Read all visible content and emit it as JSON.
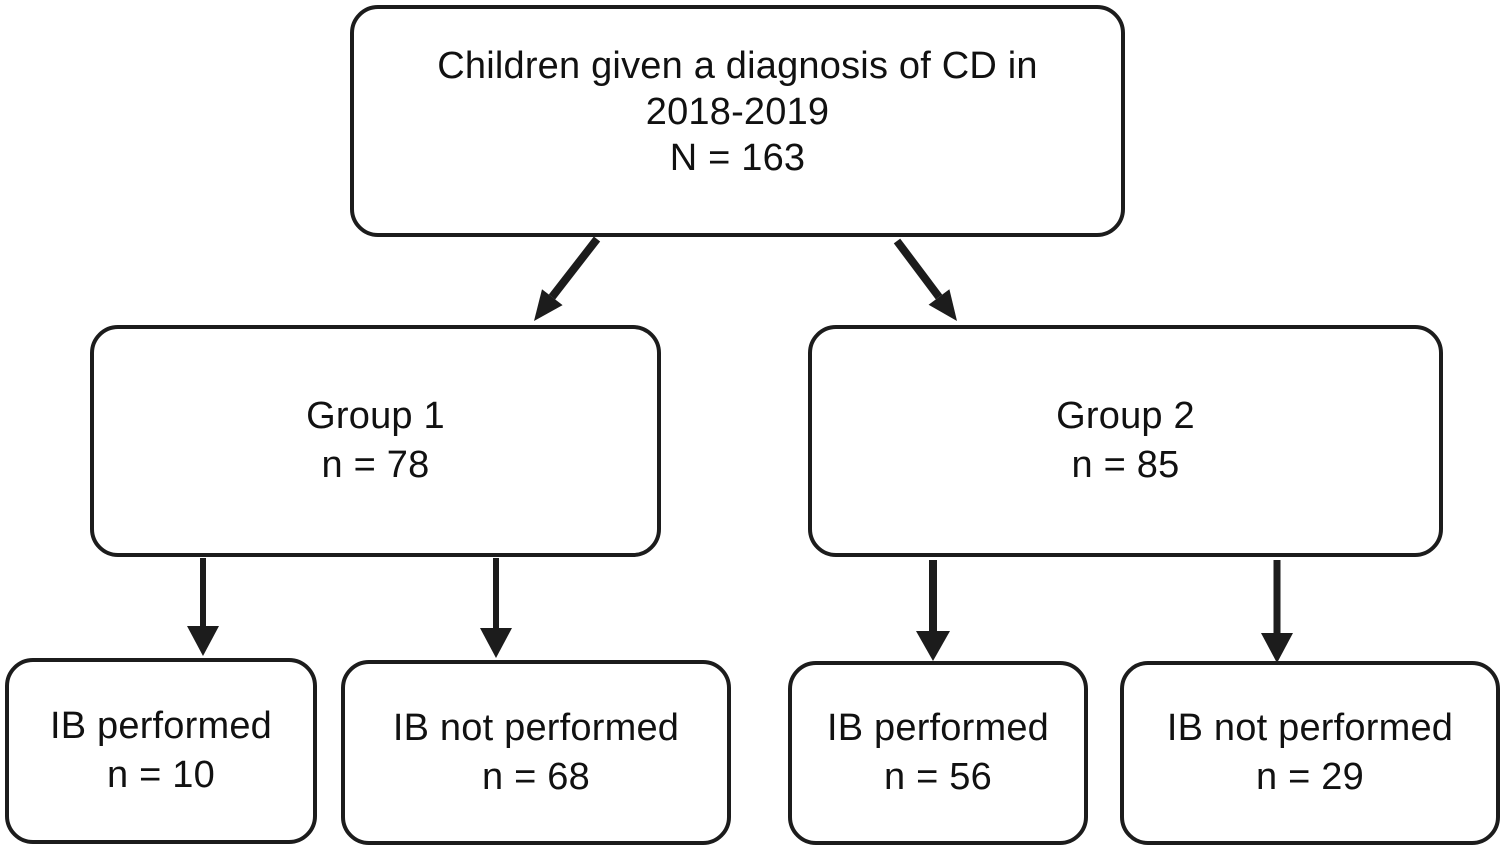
{
  "figure": {
    "type": "flowchart",
    "background_color": "#ffffff",
    "line_color": "#1c1c1c",
    "nodes": {
      "root": {
        "line1": "Children given a diagnosis of CD in",
        "line2": "2018-2019",
        "line3": "N = 163"
      },
      "group1": {
        "line1": "Group 1",
        "line2": "n = 78"
      },
      "group2": {
        "line1": "Group 2",
        "line2": "n = 85"
      },
      "group1_ib": {
        "line1": "IB performed",
        "line2": "n = 10"
      },
      "group1_no_ib": {
        "line1": "IB not performed",
        "line2": "n = 68"
      },
      "group2_ib": {
        "line1": "IB performed",
        "line2": "n = 56"
      },
      "group2_no_ib": {
        "line1": "IB not performed",
        "line2": "n = 29"
      }
    },
    "edges": [
      {
        "from": "root",
        "to": "group1"
      },
      {
        "from": "root",
        "to": "group2"
      },
      {
        "from": "group1",
        "to": "group1_ib"
      },
      {
        "from": "group1",
        "to": "group1_no_ib"
      },
      {
        "from": "group2",
        "to": "group2_ib"
      },
      {
        "from": "group2",
        "to": "group2_no_ib"
      }
    ]
  }
}
